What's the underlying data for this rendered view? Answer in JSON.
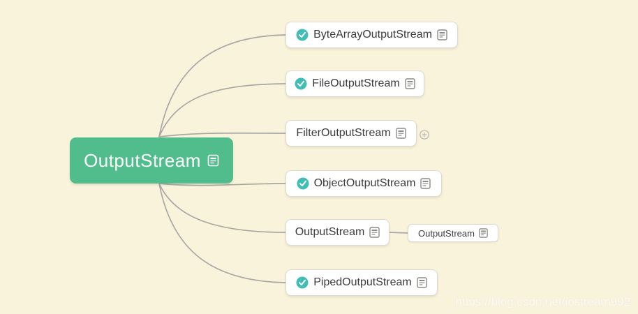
{
  "app": {
    "watermark": "https://blog.csdn.net/iostream992"
  },
  "colors": {
    "background": "#faf3dc",
    "root_fill": "#52bd8c",
    "root_text": "#ffffff",
    "node_background": "#ffffff",
    "node_border": "#dcdad0",
    "node_text": "#3b3b3b",
    "connector": "#a7a7a3",
    "check_fill": "#41bdb5",
    "note_icon_gray": "#8a8a86",
    "expander_gray": "#b5b5ad"
  },
  "icons": {
    "check": "check-circle-icon",
    "note": "note-icon",
    "expander": "plus-circle-icon"
  },
  "root": {
    "label": "OutputStream",
    "has_note": true
  },
  "children": [
    {
      "label": "ByteArrayOutputStream",
      "completed": true,
      "has_note": true
    },
    {
      "label": "FileOutputStream",
      "completed": true,
      "has_note": true
    },
    {
      "label": "FilterOutputStream",
      "completed": false,
      "has_note": true,
      "has_expander": true
    },
    {
      "label": "ObjectOutputStream",
      "completed": true,
      "has_note": true
    },
    {
      "label": "OutputStream",
      "completed": false,
      "has_note": true,
      "subchild": {
        "label": "OutputStream",
        "has_note": true
      }
    },
    {
      "label": "PipedOutputStream",
      "completed": true,
      "has_note": true
    }
  ]
}
